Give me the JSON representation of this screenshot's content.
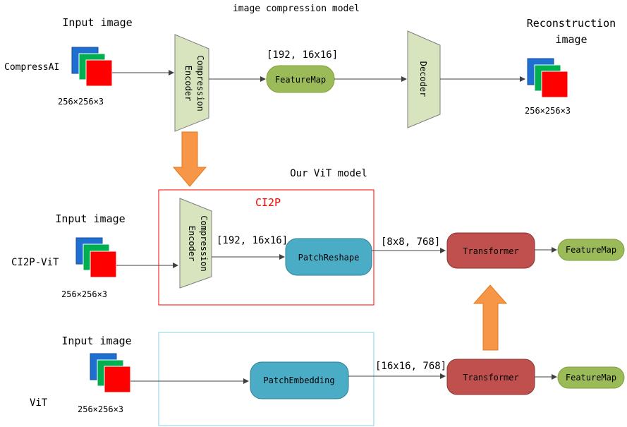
{
  "title": "image compression model",
  "vit_title": "Our ViT model",
  "colors": {
    "encoder_fill": "#d7e4bd",
    "encoder_stroke": "#7f7f7f",
    "feature_fill": "#9bbb59",
    "patch_fill": "#4bacc6",
    "transformer_fill": "#c0504d",
    "orange_arrow": "#f79646",
    "ci2p_border": "#ff0000",
    "vit_border": "#8ad0e0",
    "img_blue": "#1f6fd1",
    "img_green": "#00b050",
    "img_red": "#ff0000"
  },
  "top": {
    "input_label": "Input image",
    "side_label": "CompressAI",
    "size_label": "256×256×3",
    "encoder_label_1": "Compression",
    "encoder_label_2": "Encoder",
    "shape_label": "[192, 16x16]",
    "featuremap_label": "FeatureMap",
    "decoder_label": "Decoder",
    "output_label_1": "Reconstruction",
    "output_label_2": "image",
    "output_size_label": "256×256×3"
  },
  "middle": {
    "input_label": "Input image",
    "side_label": "CI2P-ViT",
    "size_label": "256×256×3",
    "group_label": "CI2P",
    "encoder_label_1": "Compression",
    "encoder_label_2": "Encoder",
    "shape_label": "[192, 16x16]",
    "patch_label": "PatchReshape",
    "token_shape_label": "[8x8, 768]",
    "transformer_label": "Transformer",
    "featuremap_label": "FeatureMap"
  },
  "bottom": {
    "input_label": "Input image",
    "side_label": "ViT",
    "size_label": "256×256×3",
    "patch_label": "PatchEmbedding",
    "token_shape_label": "[16x16, 768]",
    "transformer_label": "Transformer",
    "featuremap_label": "FeatureMap"
  }
}
